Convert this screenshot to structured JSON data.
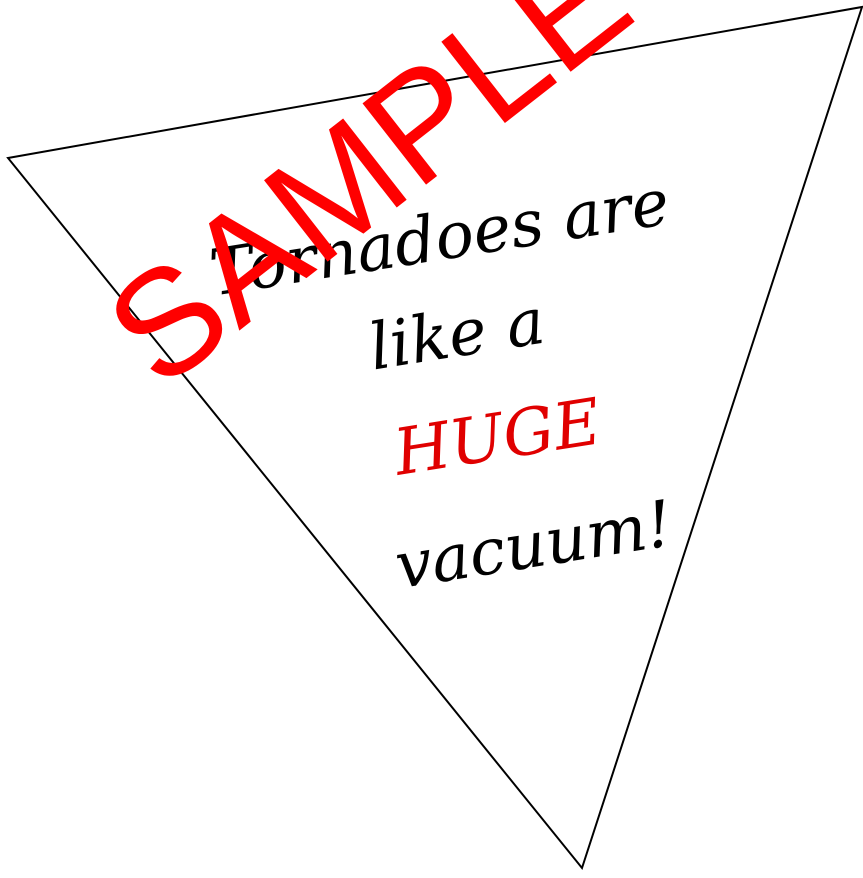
{
  "poem": {
    "line1": "Tornadoes are",
    "line2": "like a",
    "line3": "HUGE",
    "line4": "vacuum!"
  },
  "watermark": {
    "text": "SAMPLE",
    "color": "#ff0000"
  },
  "colors": {
    "text": "#000000",
    "emphasis": "#e00000",
    "outline": "#000000",
    "background": "#ffffff"
  }
}
